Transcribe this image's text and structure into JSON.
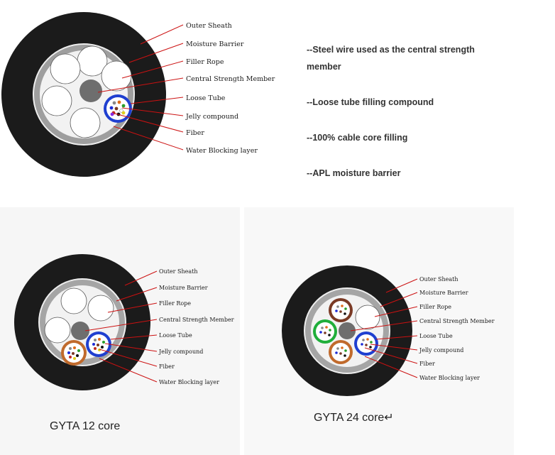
{
  "colors": {
    "sheath": "#1b1b1b",
    "barrier": "#9e9e9e",
    "core_fill": "#f2f2f2",
    "strength_member": "#6e6e6e",
    "loose_tube_blue": "#1f3fd0",
    "loose_tube_orange": "#c06a2c",
    "loose_tube_brown": "#7a3a25",
    "loose_tube_green": "#1fae3a",
    "leader_line": "#cc1111"
  },
  "top_diagram": {
    "labels": {
      "outer_sheath": "Outer Sheath",
      "moisture_barrier": "Moisture Barrier",
      "filler_rope": "Filler Rope",
      "central_strength_member": "Central Strength Member",
      "loose_tube": "Loose Tube",
      "jelly_compound": "Jelly compound",
      "fiber": "Fiber",
      "water_blocking_layer": "Water Blocking layer"
    }
  },
  "features": [
    "--Steel wire used as the central strength member",
    "--Loose tube filling compound",
    "--100% cable core filling",
    "--APL moisture barrier"
  ],
  "gyta12": {
    "caption": "GYTA   12 core",
    "labels": {
      "outer_sheath": "Outer Sheath",
      "moisture_barrier": "Moisture Barrier",
      "filler_rope": "Filler Rope",
      "central_strength_member": "Central Strength Member",
      "loose_tube": "Loose Tube",
      "jelly_compound": "Jelly compound",
      "fiber": "Fiber",
      "water_blocking_layer": "Water Blocking layer"
    }
  },
  "gyta24": {
    "caption": "GYTA   24 core↵",
    "labels": {
      "outer_sheath": "Outer Sheath",
      "moisture_barrier": "Moisture Barrier",
      "filler_rope": "Filler Rope",
      "central_strength_member": "Central Strength Member",
      "loose_tube": "Loose Tube",
      "jelly_compound": "Jelly compound",
      "fiber": "Fiber",
      "water_blocking_layer": "Water Blocking layer"
    }
  }
}
